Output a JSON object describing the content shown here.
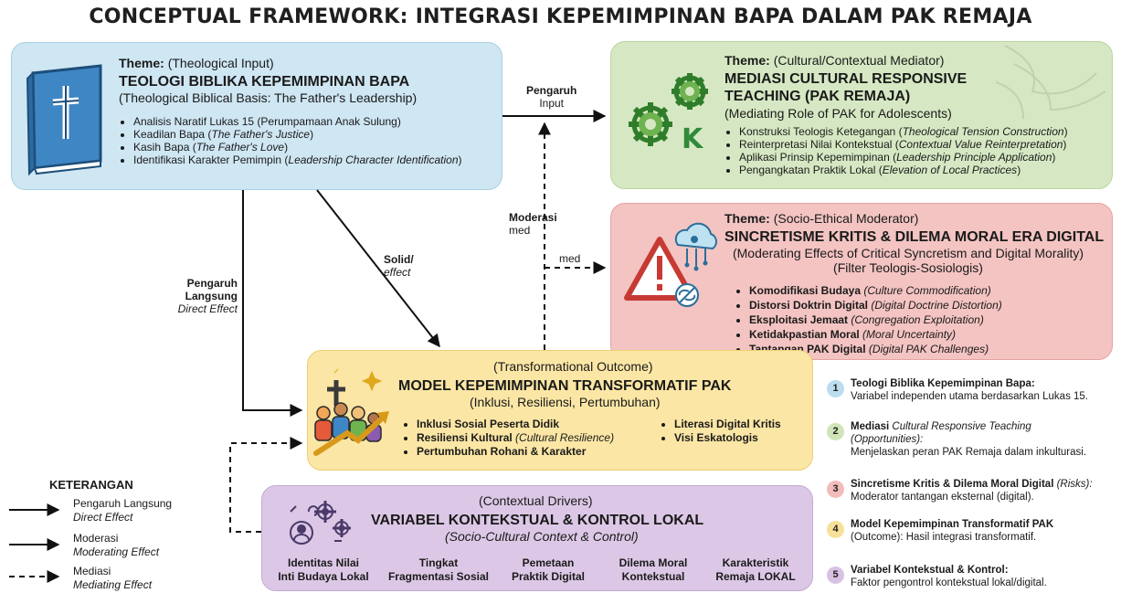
{
  "title": "CONCEPTUAL FRAMEWORK: INTEGRASI KEPEMIMPINAN BAPA DALAM PAK REMAJA",
  "theological": {
    "theme_label": "Theme:",
    "theme": "(Theological Input)",
    "heading": "TEOLOGI BIBLIKA KEPEMIMPINAN BAPA",
    "subheading": "(Theological Biblical Basis: The Father's Leadership)",
    "items": [
      {
        "text": "Analisis Naratif Lukas 15 (Perumpamaan Anak Sulung)",
        "italic": ""
      },
      {
        "text": "Keadilan Bapa (",
        "italic": "The Father's Justice",
        "end": ")"
      },
      {
        "text": "Kasih Bapa (",
        "italic": "The Father's Love",
        "end": ")"
      },
      {
        "text": "Identifikasi Karakter Pemimpin (",
        "italic": "Leadership Character Identification",
        "end": ")"
      }
    ]
  },
  "cultural": {
    "theme_label": "Theme:",
    "theme": "(Cultural/Contextual Mediator)",
    "heading_line1": "MEDIASI CULTURAL RESPONSIVE",
    "heading_line2": "TEACHING (PAK REMAJA)",
    "subheading": "(Mediating Role of PAK for Adolescents)",
    "icon_letter": "K",
    "items": [
      {
        "text": "Konstruksi Teologis Ketegangan (",
        "italic": "Theological Tension Construction",
        "end": ")"
      },
      {
        "text": "Reinterpretasi Nilai Kontekstual (",
        "italic": "Contextual Value Reinterpretation",
        "end": ")"
      },
      {
        "text": "Aplikasi Prinsip Kepemimpinan (",
        "italic": "Leadership Principle Application",
        "end": ")"
      },
      {
        "text": "Pengangkatan Praktik Lokal (",
        "italic": "Elevation of Local Practices",
        "end": ")"
      }
    ]
  },
  "syncretism": {
    "theme_label": "Theme:",
    "theme": "(Socio-Ethical Moderator)",
    "heading": "SINCRETISME KRITIS & DILEMA MORAL ERA DIGITAL",
    "subheading": "(Moderating Effects of Critical Syncretism and Digital Morality)",
    "filter": "(Filter Teologis-Sosiologis)",
    "items": [
      {
        "text": "Komodifikasi Budaya ",
        "italic": "(Culture Commodification)"
      },
      {
        "text": "Distorsi Doktrin Digital ",
        "italic": "(Digital Doctrine Distortion)"
      },
      {
        "text": "Eksploitasi Jemaat ",
        "italic": "(Congregation Exploitation)"
      },
      {
        "text": "Ketidakpastian Moral ",
        "italic": "(Moral Uncertainty)"
      },
      {
        "text": "Tantangan PAK Digital ",
        "italic": "(Digital PAK Challenges)"
      }
    ]
  },
  "model": {
    "theme": "(Transformational Outcome)",
    "heading": "MODEL KEPEMIMPINAN TRANSFORMATIF PAK",
    "subheading": "(Inklusi, Resiliensi, Pertumbuhan)",
    "left_items": [
      {
        "text": "Inklusi Sosial Peserta Didik",
        "italic": ""
      },
      {
        "text": "Resiliensi Kultural ",
        "italic": "(Cultural Resilience)"
      },
      {
        "text": "Pertumbuhan Rohani & Karakter",
        "italic": ""
      }
    ],
    "right_items": [
      "Literasi Digital Kritis",
      "Visi Eskatologis"
    ]
  },
  "variables": {
    "theme": "(Contextual Drivers)",
    "heading": "VARIABEL KONTEKSTUAL & KONTROL LOKAL",
    "subheading": "(Socio-Cultural Context & Control)",
    "columns": [
      {
        "l1": "Identitas Nilai",
        "l2": "Inti Budaya Lokal"
      },
      {
        "l1": "Tingkat",
        "l2": "Fragmentasi Sosial"
      },
      {
        "l1": "Pemetaan",
        "l2": "Praktik Digital"
      },
      {
        "l1": "Dilema Moral",
        "l2": "Kontekstual"
      },
      {
        "l1": "Karakteristik",
        "l2": "Remaja LOKAL"
      }
    ]
  },
  "arrows": {
    "pengaruh_input_l1": "Pengaruh",
    "pengaruh_input_l2": "Input",
    "moderasi_l1": "Moderasi",
    "moderasi_l2": "med",
    "med": "med",
    "solid_l1": "Solid/",
    "solid_l2": "effect",
    "direct_l1": "Pengaruh",
    "direct_l2": "Langsung",
    "direct_l3": "Direct Effect"
  },
  "legend": {
    "title": "KETERANGAN",
    "items": [
      {
        "label": "Pengaruh Langsung",
        "sub": "Direct Effect",
        "style": "solid"
      },
      {
        "label": "Moderasi",
        "sub": "Moderating Effect",
        "style": "solid"
      },
      {
        "label": "Mediasi",
        "sub": "Mediating Effect",
        "style": "dashed"
      }
    ]
  },
  "notes": [
    {
      "n": "1",
      "color": "#bcdcef",
      "bold": "Teologi Biblika Kepemimpinan Bapa:",
      "rest": "",
      "line2": "Variabel independen utama berdasarkan Lukas 15."
    },
    {
      "n": "2",
      "color": "#cfe5b8",
      "bold": "Mediasi ",
      "italic": "Cultural Responsive Teaching",
      "line2": "(Opportunities):",
      "line3": "Menjelaskan peran PAK Remaja dalam inkulturasi."
    },
    {
      "n": "3",
      "color": "#f1bcb9",
      "bold": "Sincretisme Kritis & Dilema Moral Digital",
      "rest": " (Risks):",
      "line2": "Moderator tantangan eksternal (digital)."
    },
    {
      "n": "4",
      "color": "#f7e199",
      "bold": "Model Kepemimpinan Transformatif PAK",
      "line2": "(Outcome): Hasil integrasi transformatif."
    },
    {
      "n": "5",
      "color": "#d8c2e4",
      "bold": "Variabel Kontekstual & Kontrol:",
      "line2": "Faktor pengontrol kontekstual lokal/digital."
    }
  ]
}
